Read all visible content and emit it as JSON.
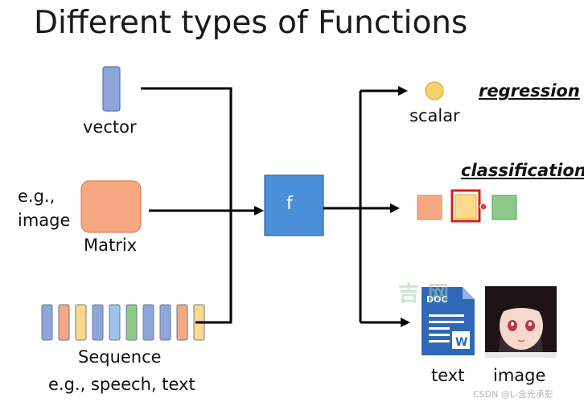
{
  "title": "Different types of Functions",
  "inputs": {
    "vector_label": "vector",
    "matrix_label": "Matrix",
    "matrix_example": "e.g., image",
    "matrix_example_line1": "e.g.,",
    "matrix_example_line2": "image",
    "sequence_label": "Sequence",
    "sequence_example": "e.g., speech, text"
  },
  "function": {
    "label": "f"
  },
  "outputs": {
    "scalar_label": "scalar",
    "regression_label": "regression",
    "classification_label": "classification",
    "text_label": "text",
    "image_label": "image",
    "doc_icon_text": "DOC",
    "doc_icon_letter": "W"
  },
  "watermark": {
    "text": "CSDN @L-含光承影",
    "overlay_text": "吉 网"
  },
  "colors": {
    "vector": "#8ea6db",
    "matrix": "#f6a882",
    "function_box": "#4a8fd8",
    "scalar": "#f7d06b",
    "class_orange": "#f6a882",
    "class_yellow": "#ffd98a",
    "class_green": "#8fc98a",
    "highlight_red": "#d21e1e",
    "doc_blue": "#2f68b8"
  },
  "sequence_colors": [
    "#8ea6db",
    "#f6a882",
    "#ffd98a",
    "#8ea6db",
    "#9dc3e6",
    "#8fc98a",
    "#8ea6db",
    "#8ea6db",
    "#f6a882",
    "#ffd98a"
  ]
}
